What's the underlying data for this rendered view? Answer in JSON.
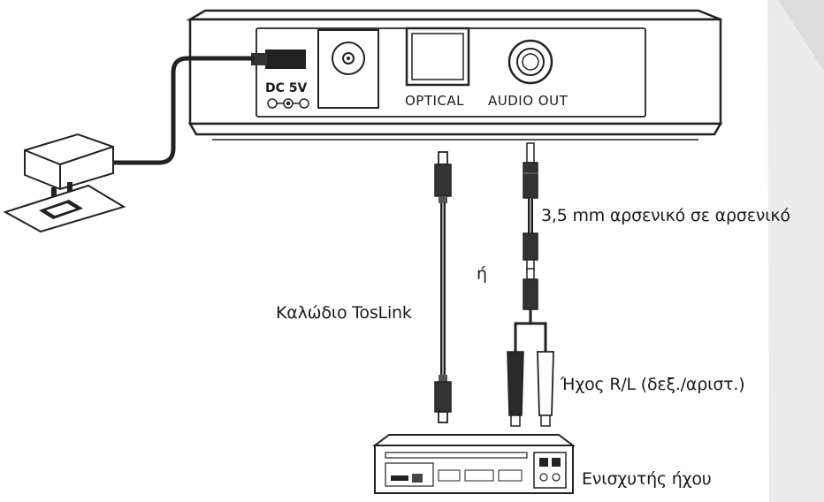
{
  "device": {
    "dc_label": "DC 5V",
    "optical_label": "OPTICAL",
    "audio_out_label": "AUDIO OUT"
  },
  "labels": {
    "toslink": "Καλώδιο TosLink",
    "or": "ή",
    "mm35": "3,5 mm αρσενικό σε αρσενικό",
    "rl_audio": "Ήχος R/L (δεξ./αριστ.)",
    "amplifier": "Ενισχυτής ήχου"
  }
}
